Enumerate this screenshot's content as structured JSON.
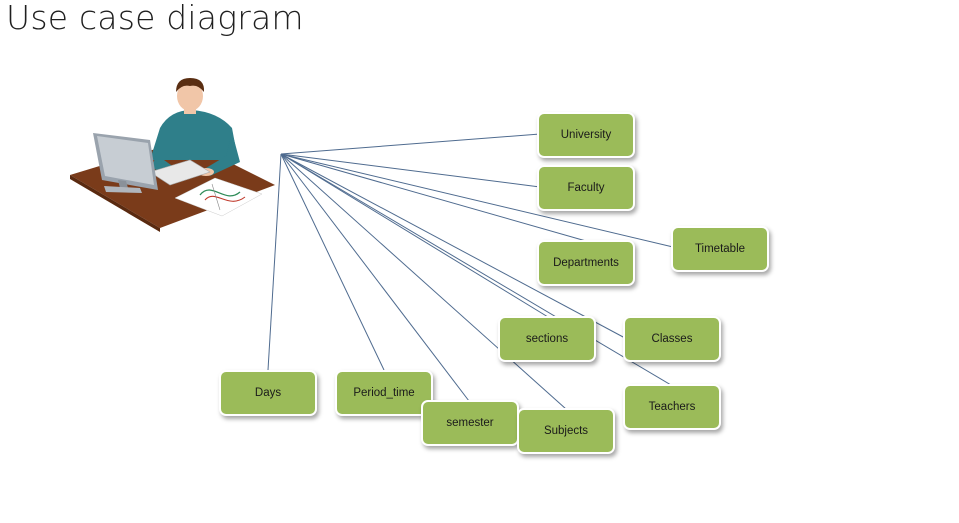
{
  "title": "Use case diagram",
  "actor": {
    "icon": "person-at-desk-icon"
  },
  "use_cases": {
    "university": "University",
    "faculty": "Faculty",
    "departments": "Departments",
    "timetable": "Timetable",
    "sections": "sections",
    "classes": "Classes",
    "teachers": "Teachers",
    "days": "Days",
    "period_time": "Period_time",
    "semester": "semester",
    "subjects": "Subjects"
  },
  "colors": {
    "node_fill": "#9bbb59",
    "connector": "#4f6b8f",
    "shirt": "#2f7f8a",
    "desk": "#7a3b1a"
  }
}
